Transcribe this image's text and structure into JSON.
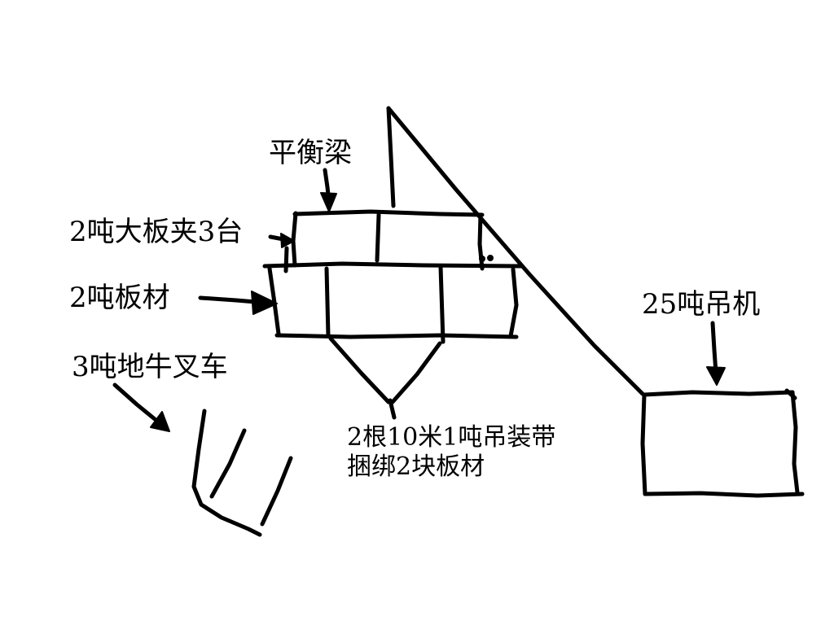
{
  "page": {
    "background_color": "#ffffff",
    "ink_color": "#000000"
  },
  "labels": {
    "spreader_beam": "平衡梁",
    "plate_clamps": "2吨大板夹3台",
    "plates": "2吨板材",
    "pallet_truck": "3吨地牛叉车",
    "sling_note_line1": "2根10米1吨吊装带",
    "sling_note_line2": "捆绑2块板材",
    "crane": "25吨吊机"
  },
  "icons": {
    "crane_boom_line": "diagonal crane boom stroke",
    "hoist_line": "vertical hoist cable stroke",
    "spreader_beam_shape": "rectangle of spreader beam",
    "clamp_marks": "three plate-clamp tick marks",
    "plate_stack_shape": "rectangle of stacked plates",
    "sling_v_shape": "V-shaped lifting slings",
    "crane_body_shape": "hand-drawn crane body rectangle",
    "pallet_truck_sketch": "hand-drawn pallet truck strokes"
  }
}
